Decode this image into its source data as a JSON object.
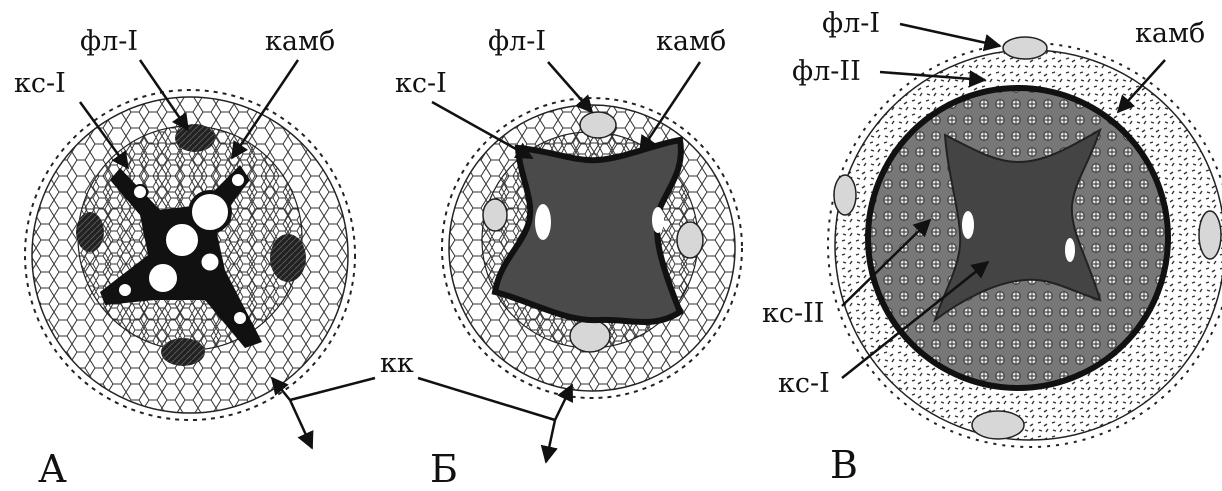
{
  "panels": [
    {
      "letter": "А",
      "labels": {
        "xylem1": "кс-I",
        "phloem1": "фл-I",
        "cambium": "камб"
      }
    },
    {
      "letter": "Б",
      "labels": {
        "xylem1": "кс-I",
        "phloem1": "фл-I",
        "cambium": "камб"
      }
    },
    {
      "letter": "В",
      "labels": {
        "phloem1": "фл-I",
        "phloem2": "фл-II",
        "cambium": "камб",
        "xylem2": "кс-II",
        "xylem1": "кс-I"
      }
    }
  ],
  "shared_label": "кк",
  "colors": {
    "ink": "#111111",
    "xylem_fill": "#4a4a4a",
    "phloem_fill": "#d7d7d7",
    "paper": "#ffffff"
  }
}
